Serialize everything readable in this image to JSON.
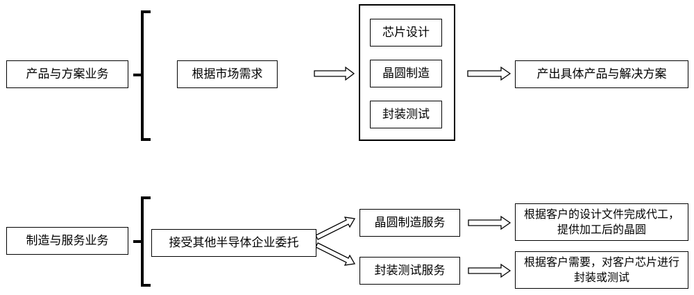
{
  "top": {
    "category": "产品与方案业务",
    "input": "根据市场需求",
    "steps": [
      "芯片设计",
      "晶圆制造",
      "封装测试"
    ],
    "output": "产出具体产品与解决方案"
  },
  "bottom": {
    "category": "制造与服务业务",
    "input": "接受其他半导体企业委托",
    "services": [
      {
        "name": "晶圆制造服务",
        "result": "根据客户的设计文件完成代工，提供加工后的晶圆"
      },
      {
        "name": "封装测试服务",
        "result": "根据客户需要，对客户芯片进行封装或测试"
      }
    ]
  }
}
